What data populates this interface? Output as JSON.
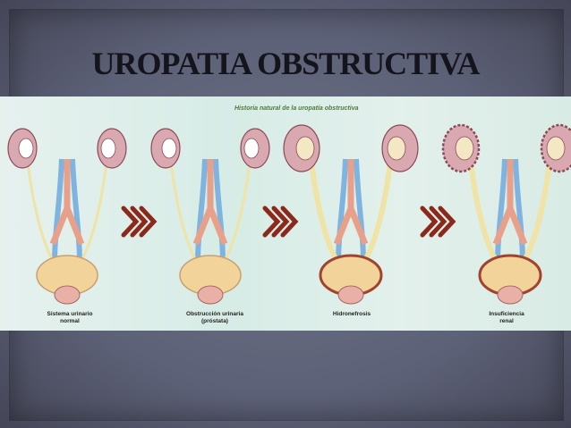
{
  "slide": {
    "title": "UROPATIA OBSTRUCTIVA"
  },
  "figure": {
    "subtitle": "Historia natural de la uropatía obstructiva",
    "stages": [
      {
        "line1": "Sistema urinario",
        "line2": "normal"
      },
      {
        "line1": "Obstrucción urinaria",
        "line2": "(próstata)"
      },
      {
        "line1": "Hidronefrosis",
        "line2": ""
      },
      {
        "line1": "Insuficiencia",
        "line2": "renal"
      }
    ],
    "colors": {
      "arrow": "#8b2a1c",
      "kidney": "#d9a8b0",
      "ureter": "#efe3a6",
      "bladder": "#f2d49a",
      "vein": "#7fb3e0",
      "artery": "#e8a08a"
    }
  }
}
